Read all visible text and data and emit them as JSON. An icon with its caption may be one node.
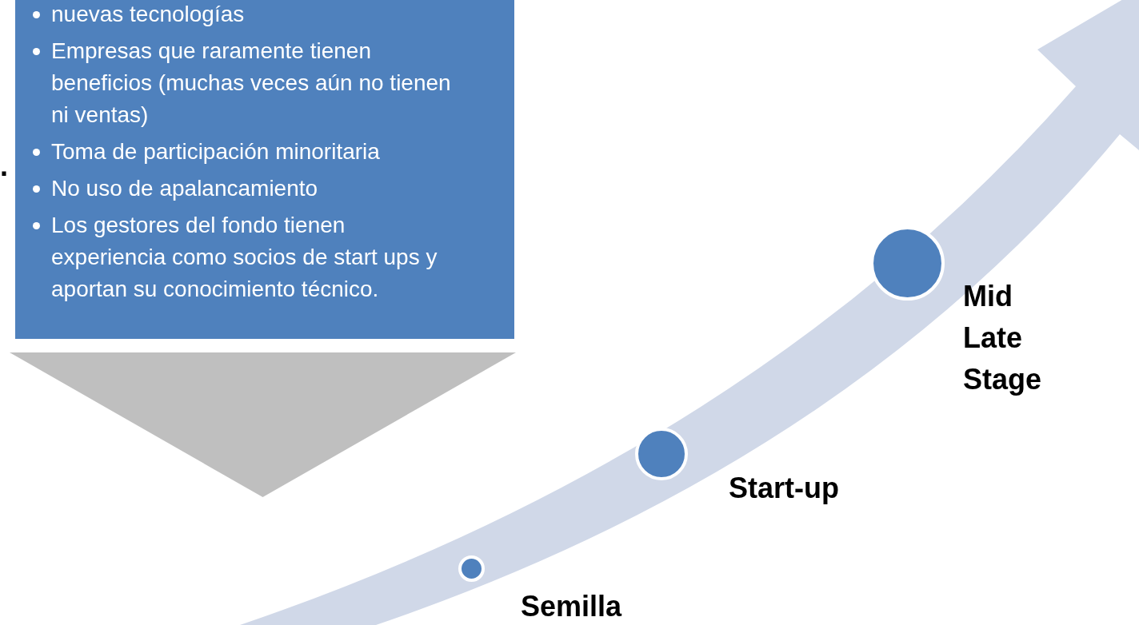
{
  "diagram": {
    "nodes": [
      {
        "text": [
          "nuevas tecnologías",
          "Empresas que raramente tienen beneficios (muchas veces aún no tienen ni ventas)",
          "Toma de participación minoritaria",
          "No uso de apalancamiento",
          "Los gestores del fondo tienen experiencia como socios de start ups y aportan su conocimiento técnico."
        ]
      },
      {
        "text": [],
        "shape": "chevron"
      },
      {
        "text": [],
        "shape": "circle",
        "beside": [
          "Semilla"
        ]
      },
      {
        "text": [],
        "shape": "circle",
        "beside": [
          "Start-up"
        ]
      },
      {
        "text": [],
        "shape": "circle",
        "beside": [
          "Mid Late Stage"
        ]
      }
    ],
    "labels": [
      "."
    ]
  }
}
